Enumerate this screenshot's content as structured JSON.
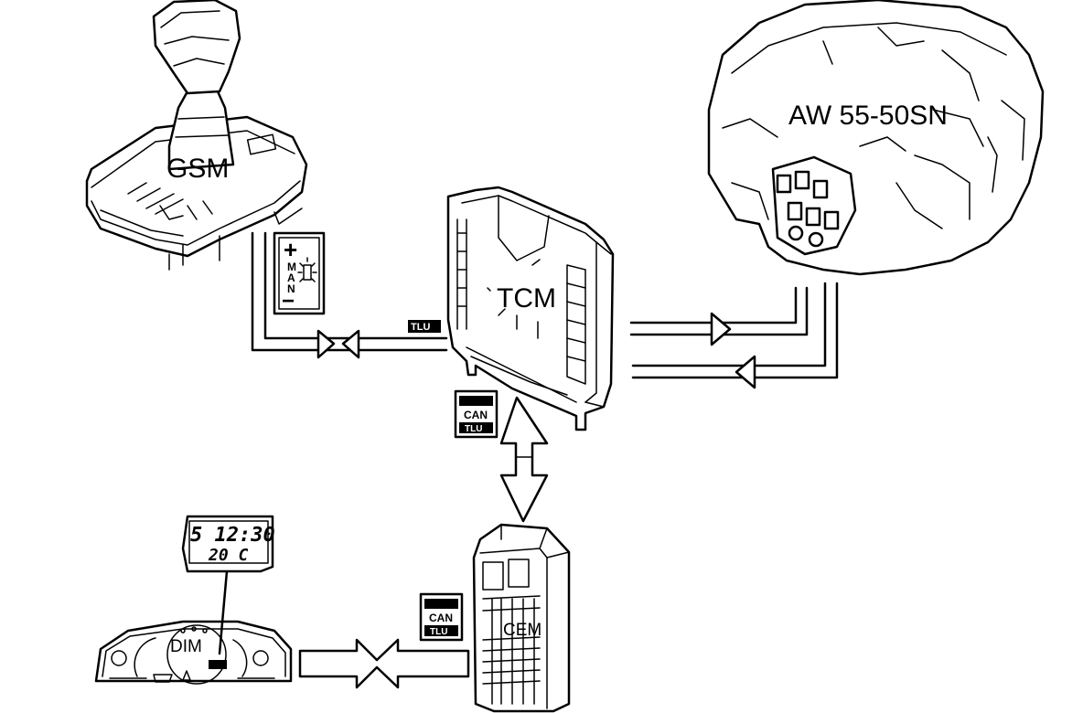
{
  "components": {
    "gsm": {
      "label": "GSM"
    },
    "tcm": {
      "label": "TCM"
    },
    "cem": {
      "label": "CEM"
    },
    "dim": {
      "label": "DIM"
    },
    "transmission": {
      "label": "AW 55-50SN"
    }
  },
  "man_indicator": {
    "plus": "+",
    "text": [
      "M",
      "A",
      "N"
    ],
    "minus": "−"
  },
  "bus_tags": {
    "gsm_tcm": "TLU",
    "tcm_cem": {
      "line1": "CAN",
      "line2": "TLU"
    },
    "cem_dim": {
      "line1": "CAN",
      "line2": "TLU"
    }
  },
  "dim_display": {
    "line1": "5 12:30",
    "line2": "20 C"
  }
}
